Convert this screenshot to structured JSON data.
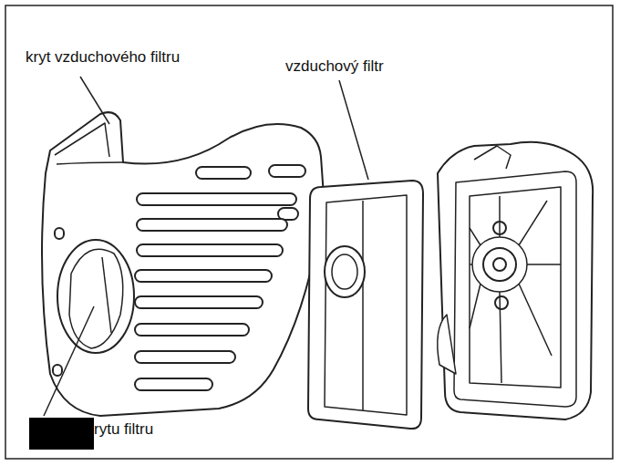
{
  "diagram": {
    "labels": [
      "kryt vzduchového filtru",
      "vzduchový filtr",
      "rytu filtru"
    ]
  }
}
